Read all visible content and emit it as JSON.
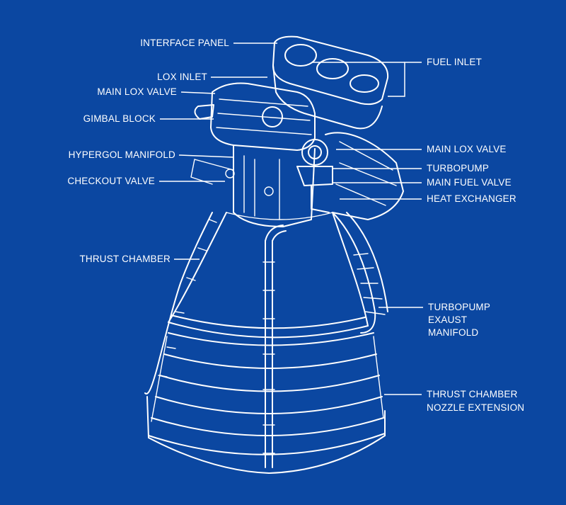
{
  "colors": {
    "background": "#0b47a1",
    "line": "#ffffff"
  },
  "labels": {
    "interface_panel": "INTERFACE PANEL",
    "lox_inlet": "LOX INLET",
    "main_lox_valve_left": "MAIN LOX VALVE",
    "gimbal_block": "GIMBAL BLOCK",
    "hypergol_manifold": "HYPERGOL MANIFOLD",
    "checkout_valve": "CHECKOUT VALVE",
    "thrust_chamber": "THRUST CHAMBER",
    "fuel_inlet": "FUEL INLET",
    "main_lox_valve_right": "MAIN LOX VALVE",
    "turbopump": "TURBOPUMP",
    "main_fuel_valve": "MAIN FUEL VALVE",
    "heat_exchanger": "HEAT EXCHANGER",
    "turbopump_exhaust_line1": "TURBOPUMP",
    "turbopump_exhaust_line2": "EXAUST",
    "turbopump_exhaust_line3": "MANIFOLD",
    "nozzle_extension_line1": "THRUST CHAMBER",
    "nozzle_extension_line2": "NOZZLE EXTENSION"
  }
}
